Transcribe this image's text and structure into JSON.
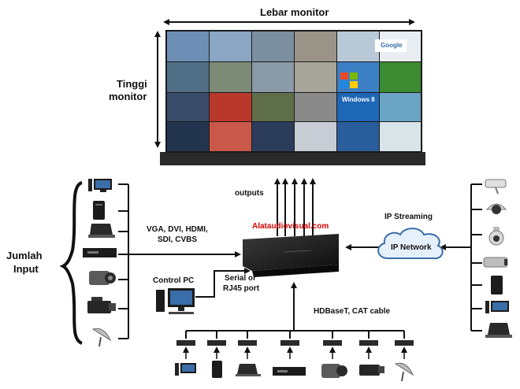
{
  "labels": {
    "width": "Lebar monitor",
    "height_line1": "Tinggi",
    "height_line2": "monitor",
    "outputs": "outputs",
    "brand": "Alataudiovisual.com",
    "sources_line1": "VGA, DVI, HDMI,",
    "sources_line2": "SDI, CVBS",
    "control_pc": "Control PC",
    "serial_line1": "Serial or",
    "serial_line2": "RJ45 port",
    "ip_streaming": "IP Streaming",
    "ip_network": "IP Network",
    "jumlah": "Jumlah",
    "input": "Input",
    "hdbaset": "HDBaseT, CAT cable",
    "google": "Google",
    "windows": "Windows 8"
  },
  "icons": {
    "left_inputs": [
      "desktop-pc-icon",
      "pc-tower-icon",
      "laptop-icon",
      "dvd-player-icon",
      "camcorder-icon",
      "pro-camera-icon",
      "satellite-dish-icon"
    ],
    "right_inputs": [
      "cctv-camera-icon",
      "dome-camera-icon",
      "ptz-camera-icon",
      "bullet-camera-icon",
      "pc-tower-icon",
      "desktop-pc-icon",
      "laptop-icon"
    ],
    "bottom_inputs": [
      "desktop-pc-icon",
      "pc-tower-icon",
      "laptop-icon",
      "dvd-player-icon",
      "camcorder-icon",
      "pro-camera-icon",
      "satellite-dish-icon"
    ]
  },
  "colors": {
    "brand": "#d40000",
    "cloud": "#e6f0fa",
    "device": "#1c1c1c"
  }
}
